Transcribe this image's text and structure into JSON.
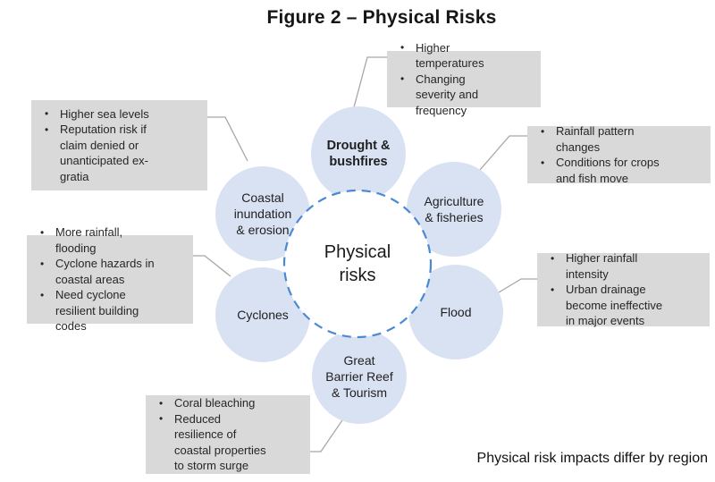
{
  "title": "Figure 2 – Physical Risks",
  "footnote": "Physical risk impacts differ by region",
  "colors": {
    "node_fill": "#d9e2f3",
    "callout_fill": "#d9d9d9",
    "center_border": "#4a89d4",
    "connector": "#a6a6a6"
  },
  "center": {
    "lines": [
      "Physical",
      "risks"
    ]
  },
  "nodes": [
    {
      "id": "drought-bushfires",
      "lines": [
        "Drought &",
        "bushfires"
      ]
    },
    {
      "id": "agriculture-fisheries",
      "lines": [
        "Agriculture",
        "& fisheries"
      ]
    },
    {
      "id": "flood",
      "lines": [
        "Flood"
      ]
    },
    {
      "id": "great-barrier-reef-tourism",
      "lines": [
        "Great",
        "Barrier Reef",
        "& Tourism"
      ]
    },
    {
      "id": "cyclones",
      "lines": [
        "Cyclones"
      ]
    },
    {
      "id": "coastal-inundation-erosion",
      "lines": [
        "Coastal",
        "inundation",
        "& erosion"
      ]
    }
  ],
  "callouts": [
    {
      "id": "drought-bushfires",
      "items": [
        "Higher temperatures",
        "Changing severity and frequency"
      ]
    },
    {
      "id": "agriculture-fisheries",
      "items": [
        "Rainfall pattern changes",
        "Conditions for crops and fish move"
      ]
    },
    {
      "id": "flood",
      "items": [
        "Higher rainfall intensity",
        "Urban drainage become ineffective in major events"
      ]
    },
    {
      "id": "great-barrier-reef-tourism",
      "items": [
        "Coral bleaching",
        "Reduced resilience of coastal properties to storm surge"
      ]
    },
    {
      "id": "cyclones",
      "items": [
        "More rainfall, flooding",
        "Cyclone hazards in coastal areas",
        "Need cyclone resilient building codes"
      ]
    },
    {
      "id": "coastal-inundation-erosion",
      "items": [
        "Higher sea levels",
        "Reputation risk if claim denied or unanticipated ex-gratia"
      ]
    }
  ]
}
